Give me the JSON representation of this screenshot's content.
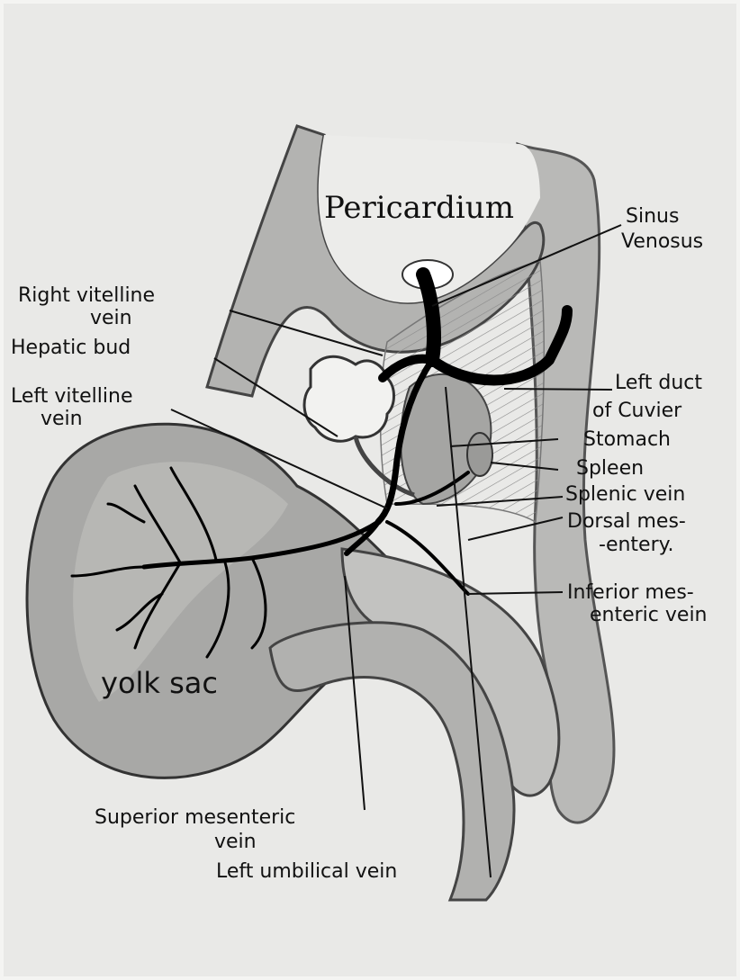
{
  "figure": {
    "labels": {
      "pericardium": "Pericardium",
      "sinus_line1": "Sinus",
      "sinus_line2": "Venosus",
      "right_vitelline_line1": "Right vitelline",
      "right_vitelline_line2": "vein",
      "hepatic_bud": "Hepatic bud",
      "left_vitelline_line1": "Left vitelline",
      "left_vitelline_line2": "vein",
      "left_duct_line1": "Left duct",
      "left_duct_line2": "of Cuvier",
      "stomach": "Stomach",
      "spleen": "Spleen",
      "splenic_vein": "Splenic vein",
      "dorsal_line1": "Dorsal mes-",
      "dorsal_line2": "-entery.",
      "inferior_line1": "Inferior mes-",
      "inferior_line2": "enteric vein",
      "yolk_sac": "yolk sac",
      "superior_line1": "Superior mesenteric",
      "superior_line2": "vein",
      "left_umbilical": "Left umbilical vein"
    }
  }
}
